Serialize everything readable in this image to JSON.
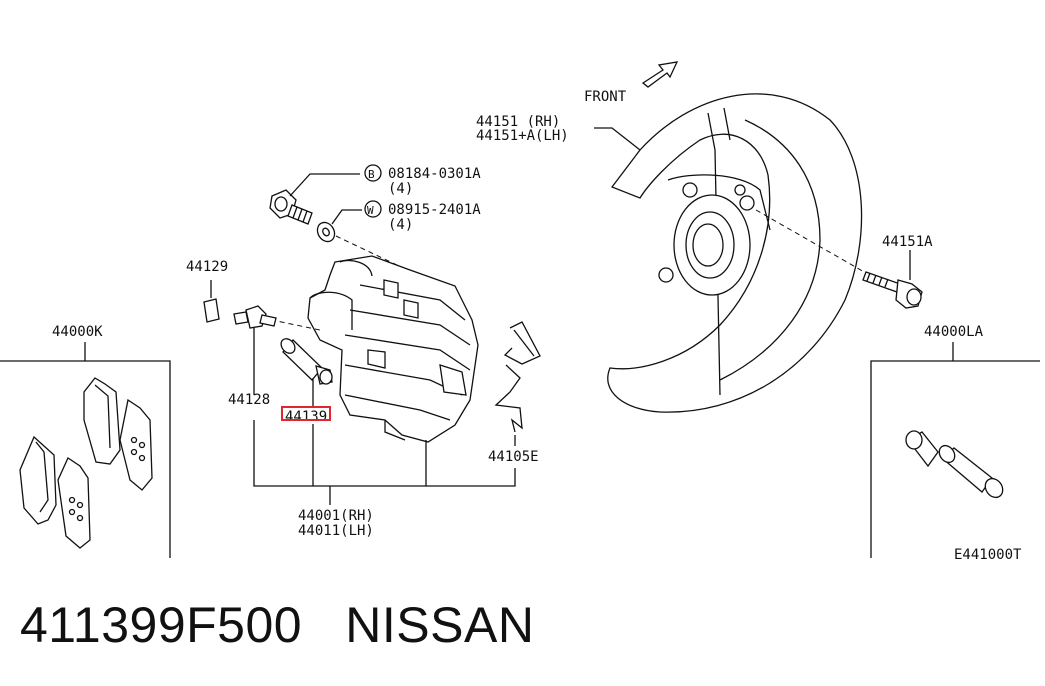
{
  "labels": {
    "front": "FRONT",
    "p44151_rh": "44151  (RH)",
    "p44151_lh": "44151+A(LH)",
    "bolt_code": "08184-0301A",
    "bolt_qty": "(4)",
    "bolt_symbol": "B",
    "washer_code": "08915-2401A",
    "washer_qty": "(4)",
    "washer_symbol": "W",
    "p44151A": "44151A",
    "p44129": "44129",
    "p44000K": "44000K",
    "p44000LA": "44000LA",
    "p44128": "44128",
    "p44139": "44139",
    "p44105E": "44105E",
    "p44001": "44001(RH)",
    "p44011": "44011(LH)",
    "diagram_code": "E441000T"
  },
  "caption": {
    "part_number": "411399F500",
    "brand": "NISSAN"
  },
  "colors": {
    "highlight": "#e0262e",
    "line": "#111111"
  }
}
